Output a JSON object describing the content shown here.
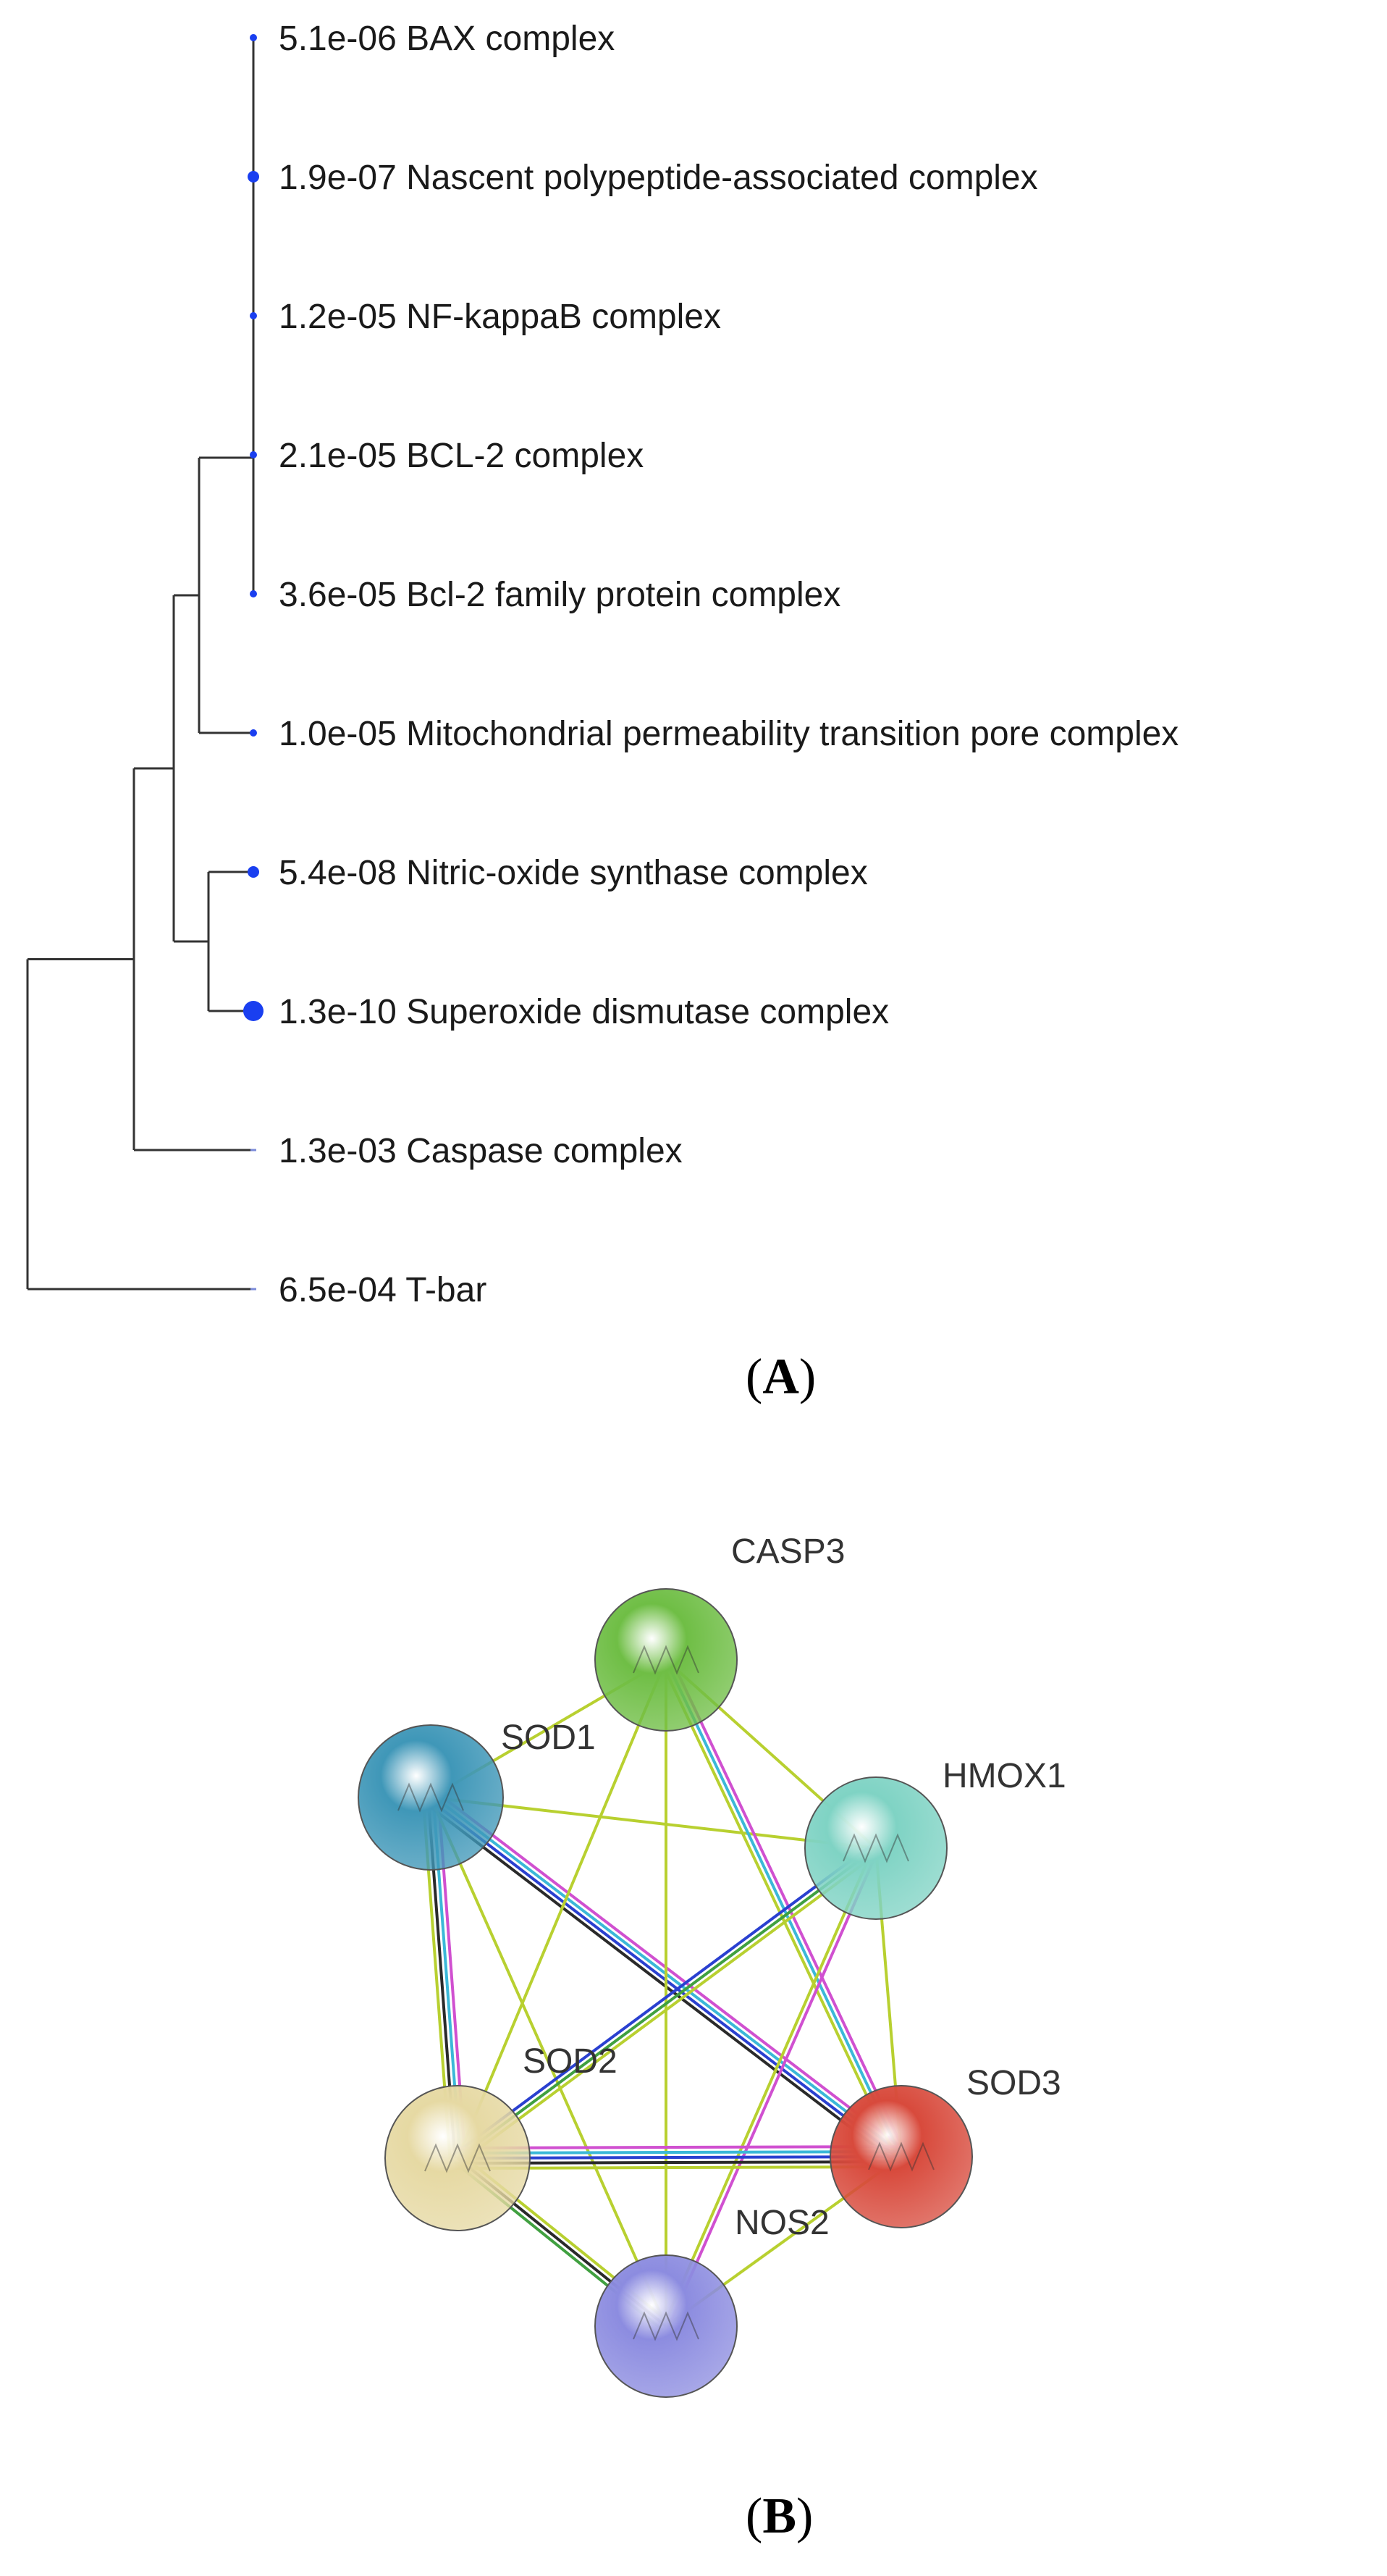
{
  "panel_a": {
    "caption_letter": "A",
    "leaves": [
      {
        "pvalue": "5.1e-06",
        "name": "BAX complex",
        "dot": "small"
      },
      {
        "pvalue": "1.9e-07",
        "name": "Nascent polypeptide-associated complex",
        "dot": "medium"
      },
      {
        "pvalue": "1.2e-05",
        "name": "NF-kappaB complex",
        "dot": "small"
      },
      {
        "pvalue": "2.1e-05",
        "name": "BCL-2 complex",
        "dot": "small"
      },
      {
        "pvalue": "3.6e-05",
        "name": "Bcl-2 family protein complex",
        "dot": "small"
      },
      {
        "pvalue": "1.0e-05",
        "name": "Mitochondrial permeability transition pore complex",
        "dot": "small"
      },
      {
        "pvalue": "5.4e-08",
        "name": "Nitric-oxide synthase complex",
        "dot": "medium"
      },
      {
        "pvalue": "1.3e-10",
        "name": "Superoxide dismutase complex",
        "dot": "large"
      },
      {
        "pvalue": "1.3e-03",
        "name": "Caspase complex",
        "dot": "none"
      },
      {
        "pvalue": "6.5e-04",
        "name": "T-bar",
        "dot": "none"
      }
    ],
    "colors": {
      "dot": "#1a3ff0",
      "branch": "#333333",
      "leaf_stub": "#7a8ad8"
    }
  },
  "panel_b": {
    "caption_letter": "B",
    "nodes": [
      {
        "id": "CASP3",
        "label": "CASP3",
        "color": "#6fbe45"
      },
      {
        "id": "SOD1",
        "label": "SOD1",
        "color": "#3f97b8"
      },
      {
        "id": "HMOX1",
        "label": "HMOX1",
        "color": "#7fd3c4"
      },
      {
        "id": "SOD2",
        "label": "SOD2",
        "color": "#e6d9a3"
      },
      {
        "id": "SOD3",
        "label": "SOD3",
        "color": "#d84a3c"
      },
      {
        "id": "NOS2",
        "label": "NOS2",
        "color": "#8c8ce0"
      }
    ],
    "edges": [
      {
        "source": "SOD1",
        "target": "CASP3",
        "kinds": [
          "textmining"
        ]
      },
      {
        "source": "SOD1",
        "target": "HMOX1",
        "kinds": [
          "textmining"
        ]
      },
      {
        "source": "SOD1",
        "target": "SOD2",
        "kinds": [
          "experimental",
          "database",
          "coexpression",
          "textmining"
        ]
      },
      {
        "source": "SOD1",
        "target": "SOD3",
        "kinds": [
          "experimental",
          "database",
          "homology",
          "coexpression"
        ]
      },
      {
        "source": "SOD1",
        "target": "NOS2",
        "kinds": [
          "textmining"
        ]
      },
      {
        "source": "CASP3",
        "target": "HMOX1",
        "kinds": [
          "textmining"
        ]
      },
      {
        "source": "CASP3",
        "target": "SOD2",
        "kinds": [
          "textmining"
        ]
      },
      {
        "source": "CASP3",
        "target": "SOD3",
        "kinds": [
          "experimental",
          "database",
          "textmining"
        ]
      },
      {
        "source": "CASP3",
        "target": "NOS2",
        "kinds": [
          "textmining"
        ]
      },
      {
        "source": "HMOX1",
        "target": "SOD2",
        "kinds": [
          "textmining",
          "neighborhood",
          "homology"
        ]
      },
      {
        "source": "HMOX1",
        "target": "SOD3",
        "kinds": [
          "textmining"
        ]
      },
      {
        "source": "HMOX1",
        "target": "NOS2",
        "kinds": [
          "experimental",
          "textmining"
        ]
      },
      {
        "source": "SOD2",
        "target": "SOD3",
        "kinds": [
          "experimental",
          "database",
          "homology",
          "coexpression",
          "textmining"
        ]
      },
      {
        "source": "SOD2",
        "target": "NOS2",
        "kinds": [
          "textmining",
          "coexpression",
          "neighborhood"
        ]
      },
      {
        "source": "SOD3",
        "target": "NOS2",
        "kinds": [
          "textmining"
        ]
      }
    ],
    "edge_colors": {
      "experimental": "#d050d0",
      "database": "#3bb8d8",
      "homology": "#2a40d0",
      "coexpression": "#2a2a2a",
      "textmining": "#b8d030",
      "neighborhood": "#40a040"
    }
  }
}
